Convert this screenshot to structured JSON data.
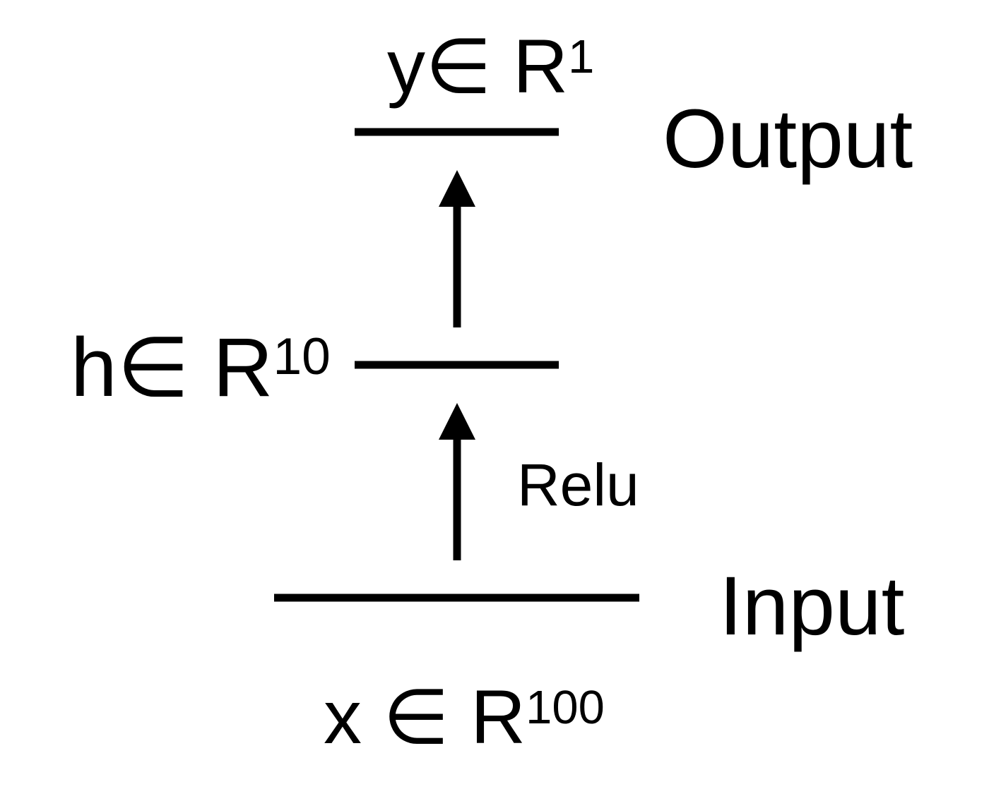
{
  "labels": {
    "output_layer": "Output",
    "input_layer": "Input",
    "activation": "Relu"
  },
  "vectors": {
    "y": {
      "var": "y",
      "op": "∈",
      "space": "R",
      "dim": "1"
    },
    "h": {
      "var": "h",
      "op": "∈",
      "space": "R",
      "dim": "10"
    },
    "x": {
      "var": "x",
      "op": "∈",
      "space": "R",
      "dim": "100"
    }
  },
  "colors": {
    "ink": "#000000",
    "background": "#ffffff"
  }
}
